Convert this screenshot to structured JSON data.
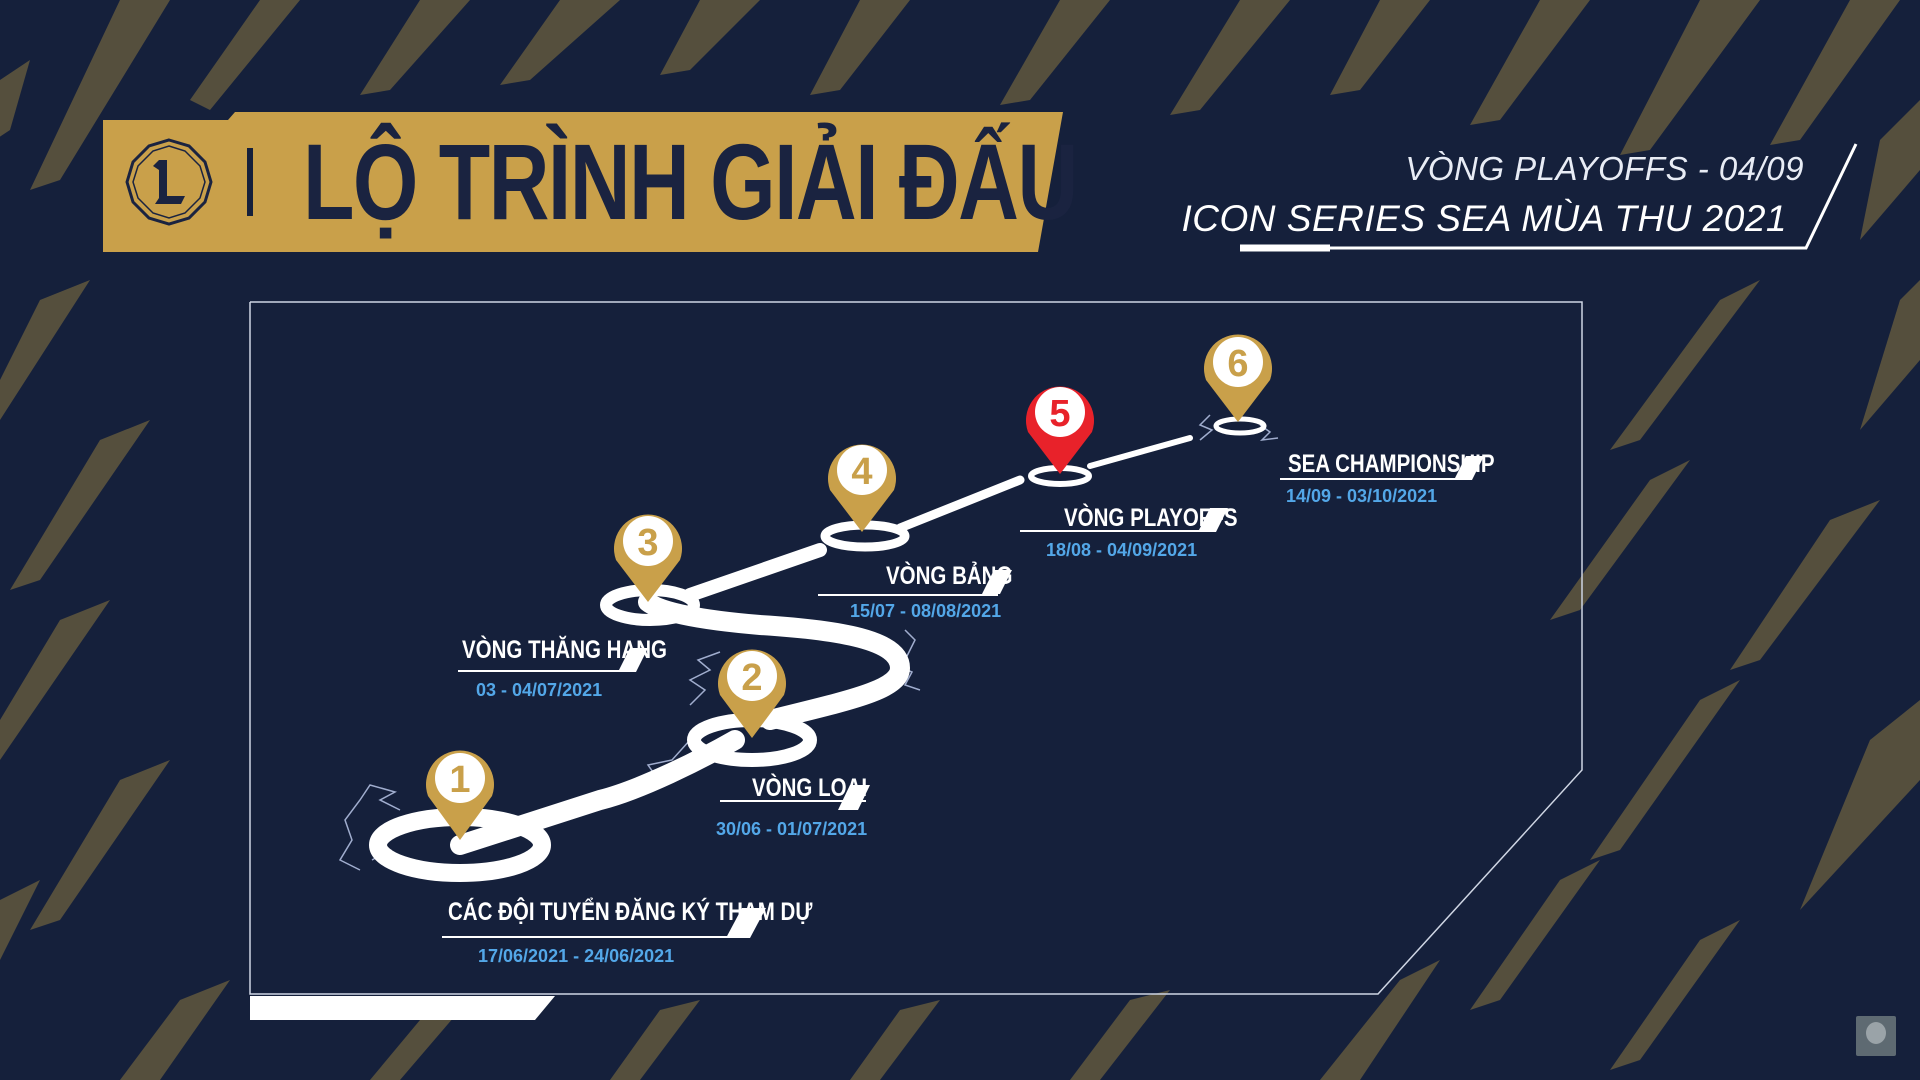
{
  "colors": {
    "background": "#15203b",
    "gold": "#c9a04a",
    "red_active": "#e8222a",
    "date_blue": "#53a7e8",
    "title_text": "#1a2340"
  },
  "header": {
    "title": "LỘ TRÌNH GIẢI ĐẤU",
    "logo_icon": "league-crest-icon",
    "subtitle_line1": "VÒNG PLAYOFFS - 04/09",
    "subtitle_line2": "ICON SERIES SEA MÙA THU 2021"
  },
  "stages": [
    {
      "number": "1",
      "name": "CÁC ĐỘI TUYỂN ĐĂNG KÝ THAM DỰ",
      "dates": "17/06/2021 - 24/06/2021",
      "active": false
    },
    {
      "number": "2",
      "name": "VÒNG LOẠI",
      "dates": "30/06 - 01/07/2021",
      "active": false
    },
    {
      "number": "3",
      "name": "VÒNG THĂNG HẠNG",
      "dates": "03 - 04/07/2021",
      "active": false
    },
    {
      "number": "4",
      "name": "VÒNG BẢNG",
      "dates": "15/07 - 08/08/2021",
      "active": false
    },
    {
      "number": "5",
      "name": "VÒNG PLAYOFFS",
      "dates": "18/08 - 04/09/2021",
      "active": true
    },
    {
      "number": "6",
      "name": "SEA CHAMPIONSHIP",
      "dates": "14/09 - 03/10/2021",
      "active": false
    }
  ]
}
